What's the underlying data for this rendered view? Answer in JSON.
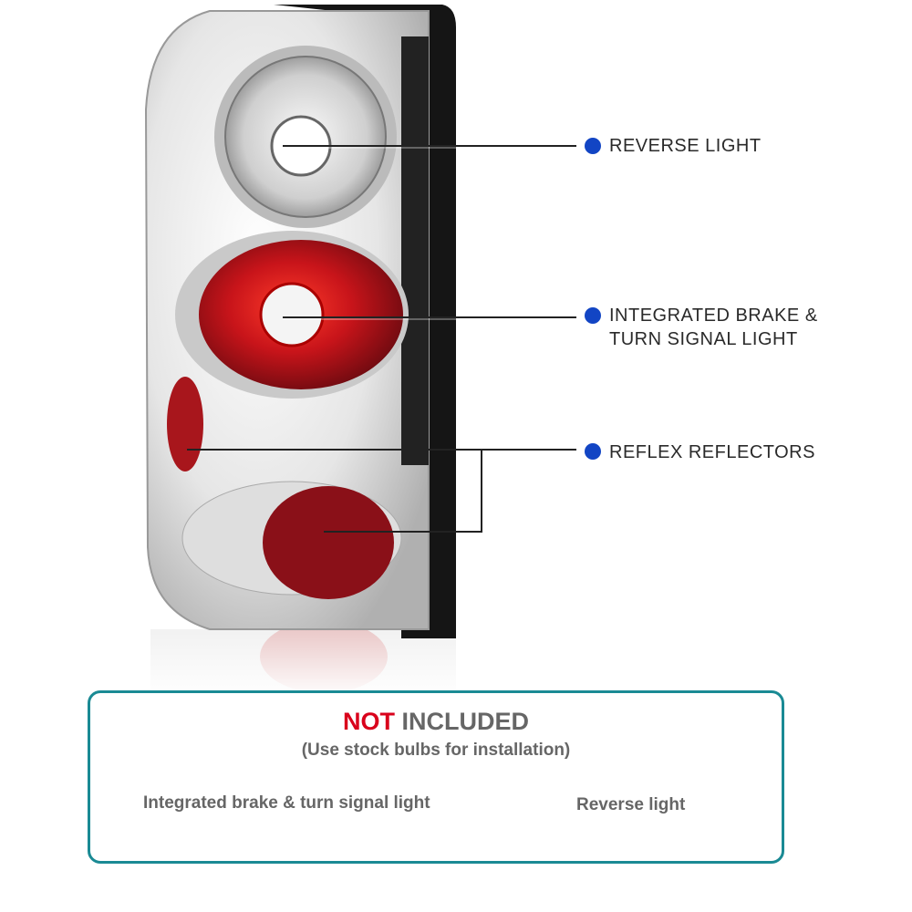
{
  "callouts": [
    {
      "label": "REVERSE  LIGHT"
    },
    {
      "label_line1": "INTEGRATED BRAKE &",
      "label_line2": "TURN SIGNAL LIGHT"
    },
    {
      "label": "REFLEX REFLECTORS"
    }
  ],
  "notice": {
    "title_highlight": "NOT",
    "title_rest": "INCLUDED",
    "subtitle": "(Use stock bulbs for installation)",
    "items": [
      "Integrated brake & turn signal light",
      "Reverse light"
    ]
  },
  "colors": {
    "dot": "#1245c4",
    "border": "#1a8a94",
    "highlight": "#d9001b"
  }
}
